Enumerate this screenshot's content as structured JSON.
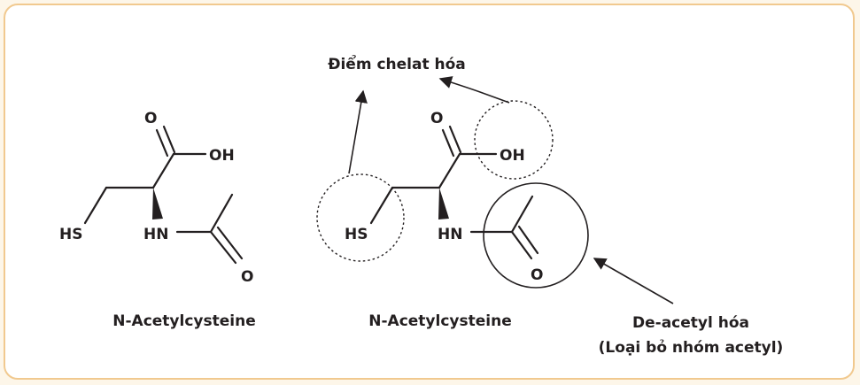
{
  "molecule_left": {
    "atoms": {
      "o_carbonyl": "O",
      "oh": "OH",
      "hs": "HS",
      "hn": "HN",
      "o_acetyl": "O"
    },
    "name": "N-Acetylcysteine"
  },
  "molecule_right": {
    "atoms": {
      "o_carbonyl": "O",
      "oh": "OH",
      "hs": "HS",
      "hn": "HN",
      "o_acetyl": "O"
    },
    "name": "N-Acetylcysteine"
  },
  "annotations": {
    "chelation": "Điểm chelat hóa",
    "deacetylation_line1": "De-acetyl hóa",
    "deacetylation_line2": "(Loại bỏ nhóm acetyl)"
  },
  "colors": {
    "frame_border": "#f1c98f",
    "background": "#fdf6e9",
    "ink": "#231f20"
  }
}
